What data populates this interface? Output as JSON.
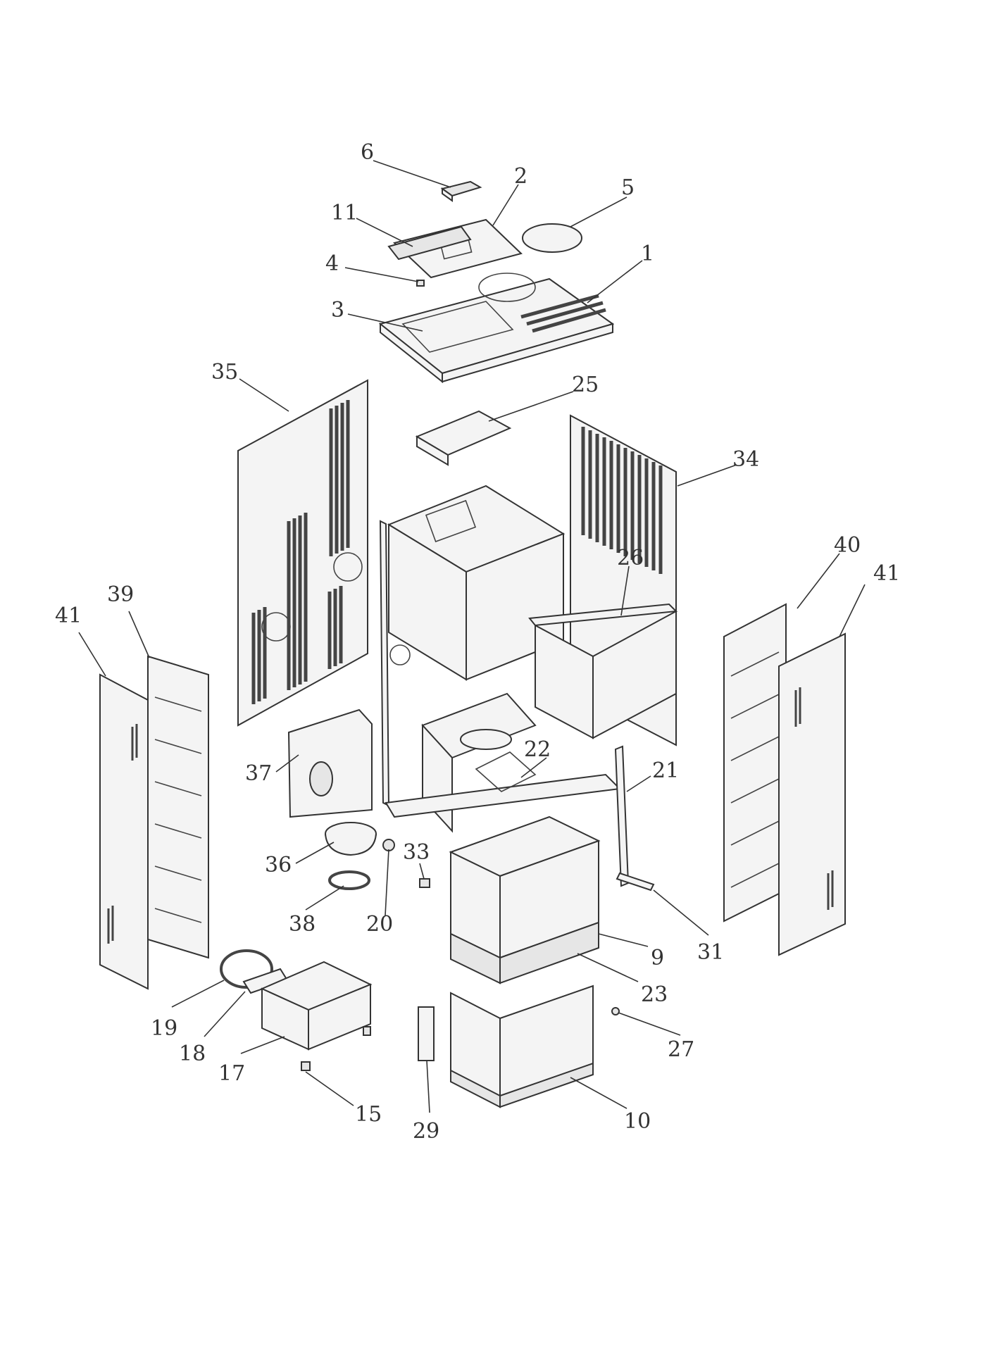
{
  "diagram": {
    "callouts": {
      "c1": "1",
      "c2": "2",
      "c3": "3",
      "c4": "4",
      "c5": "5",
      "c6": "6",
      "c9": "9",
      "c10": "10",
      "c11": "11",
      "c15": "15",
      "c17": "17",
      "c18": "18",
      "c19": "19",
      "c20": "20",
      "c21": "21",
      "c22": "22",
      "c23": "23",
      "c25": "25",
      "c26": "26",
      "c27": "27",
      "c29": "29",
      "c31": "31",
      "c33": "33",
      "c34": "34",
      "c35": "35",
      "c36": "36",
      "c37": "37",
      "c38": "38",
      "c39": "39",
      "c40": "40",
      "c41_left": "41",
      "c41_right": "41"
    }
  }
}
